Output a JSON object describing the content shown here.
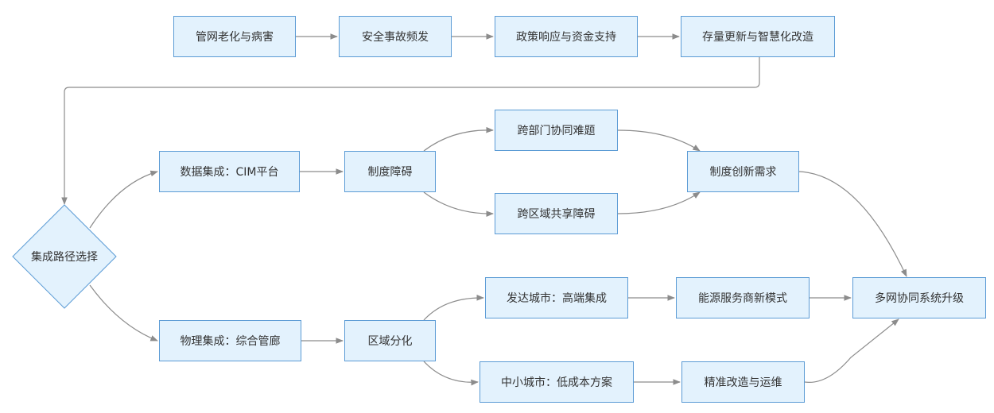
{
  "colors": {
    "node_fill": "#e3f2fd",
    "node_border": "#5b9bd5",
    "edge": "#8c8c8c",
    "text": "#333333"
  },
  "nodes": {
    "pipe_aging": "管网老化与病害",
    "safety_accidents": "安全事故频发",
    "policy_funding": "政策响应与资金支持",
    "stock_renewal": "存量更新与智慧化改造",
    "path_choice": "集成路径选择",
    "data_integration": "数据集成：CIM平台",
    "institutional_barrier": "制度障碍",
    "cross_department": "跨部门协同难题",
    "cross_region": "跨区域共享障碍",
    "institutional_innovation": "制度创新需求",
    "physical_integration": "物理集成：综合管廊",
    "regional_differentiation": "区域分化",
    "developed_city": "发达城市：高端集成",
    "energy_service": "能源服务商新模式",
    "small_city": "中小城市：低成本方案",
    "precise_renovation": "精准改造与运维",
    "multi_network_upgrade": "多网协同系统升级"
  }
}
